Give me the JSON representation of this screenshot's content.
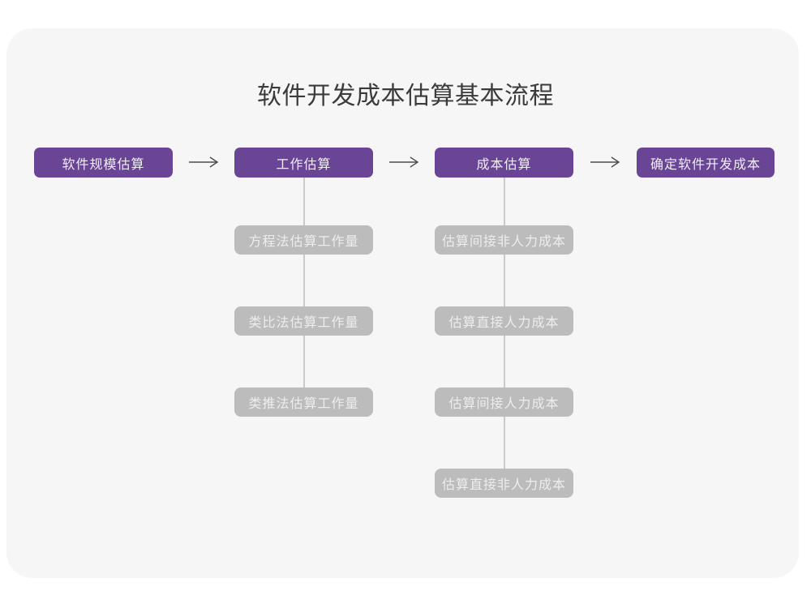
{
  "title": "软件开发成本估算基本流程",
  "colors": {
    "primary_purple": "#6a4596",
    "sub_gray": "#bcbcbc",
    "card_background": "#f6f6f7",
    "connector_gray": "#cbcbcb",
    "arrow_gray": "#4d4d4d",
    "title_text": "#3b3b3b"
  },
  "icons": {
    "flow_arrow": "→"
  },
  "flow": {
    "steps": [
      {
        "label": "软件规模估算"
      },
      {
        "label": "工作估算"
      },
      {
        "label": "成本估算"
      },
      {
        "label": "确定软件开发成本"
      }
    ]
  },
  "sub_flows": {
    "work": {
      "parent": "工作估算",
      "items": [
        {
          "label": "方程法估算工作量"
        },
        {
          "label": "类比法估算工作量"
        },
        {
          "label": "类推法估算工作量"
        }
      ]
    },
    "cost": {
      "parent": "成本估算",
      "items": [
        {
          "label": "估算间接非人力成本"
        },
        {
          "label": "估算直接人力成本"
        },
        {
          "label": "估算间接人力成本"
        },
        {
          "label": "估算直接非人力成本"
        }
      ]
    }
  }
}
